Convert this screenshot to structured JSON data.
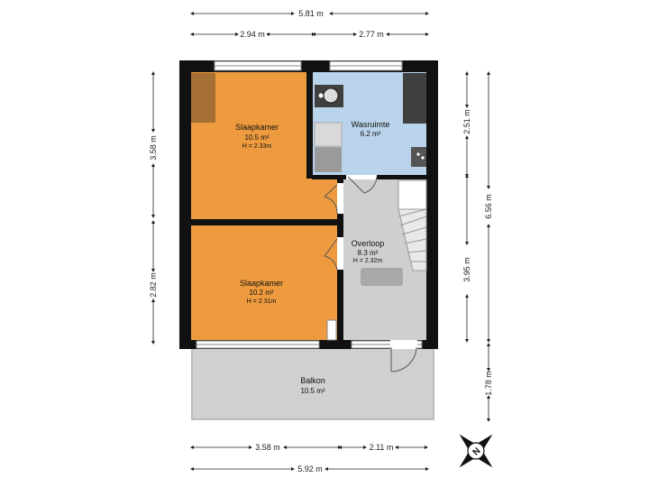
{
  "dimensions": {
    "top_total": "5.81 m",
    "top_left": "2.94 m",
    "top_right": "2.77 m",
    "left_upper": "3.58 m",
    "left_lower": "2.82 m",
    "right_upper": "2.51 m",
    "right_middle": "3.95 m",
    "right_total": "6.56 m",
    "right_balcony": "1.78 m",
    "bottom_left": "3.58 m",
    "bottom_right": "2.11 m",
    "bottom_total": "5.92 m"
  },
  "rooms": {
    "slaapkamer_1": {
      "name": "Slaapkamer",
      "area": "10.5 m²",
      "height": "H = 2.33m",
      "color": "#EE9B3F"
    },
    "slaapkamer_2": {
      "name": "Slaapkamer",
      "area": "10.2 m²",
      "height": "H = 2.31m",
      "color": "#EE9B3F"
    },
    "wasruimte": {
      "name": "Wasruimte",
      "area": "6.2 m²",
      "color": "#B9D3EA"
    },
    "overloop": {
      "name": "Overloop",
      "area": "8.3 m²",
      "height": "H = 2.32m",
      "color": "#CFCFCF"
    },
    "balkon": {
      "name": "Balkon",
      "area": "10.5 m²",
      "color": "#D0D0D0"
    }
  },
  "compass": {
    "letter": "N"
  },
  "colors": {
    "wall": "#111111",
    "fixture": "#9a9a9a",
    "cabinet": "#3f3f3f"
  }
}
